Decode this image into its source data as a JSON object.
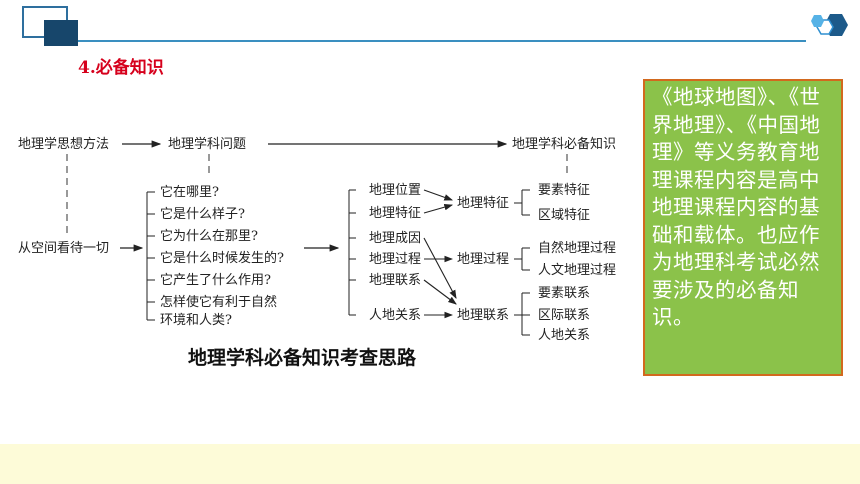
{
  "section_title": "4.必备知识",
  "note": "《地球地图》、《世界地理》、《中国地理》等义务教育地理课程内容是高中地理课程内容的基础和载体。也应作为地理科考试必然要涉及的必备知识。",
  "caption": "地理学科必备知识考查思路",
  "diagram": {
    "top_row": [
      "地理学思想方法",
      "地理学科问题",
      "地理学科必备知识"
    ],
    "left_node": "从空间看待一切",
    "questions": [
      "它在哪里?",
      "它是什么样子?",
      "它为什么在那里?",
      "它是什么时候发生的?",
      "它产生了什么作用?",
      "怎样使它有利于自然",
      "环境和人类?"
    ],
    "items": [
      "地理位置",
      "地理特征",
      "地理成因",
      "地理过程",
      "地理联系",
      "人地关系"
    ],
    "groups": [
      "地理特征",
      "地理过程",
      "地理联系"
    ],
    "subs": [
      "要素特征",
      "区域特征",
      "自然地理过程",
      "人文地理过程",
      "要素联系",
      "区际联系",
      "人地关系"
    ]
  }
}
